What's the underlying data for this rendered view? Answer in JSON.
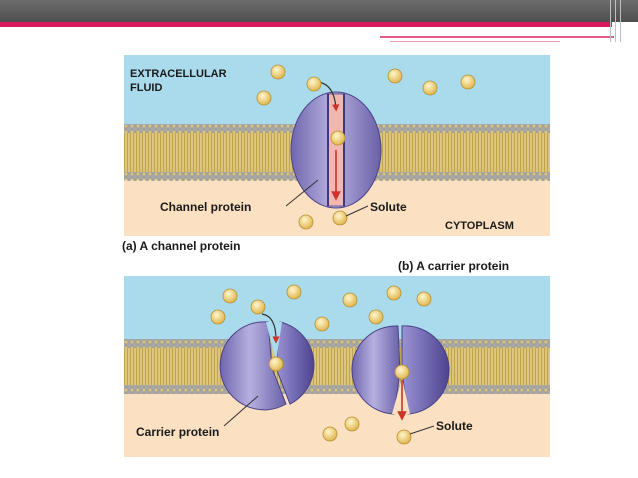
{
  "panel_a": {
    "label_extracellular": "EXTRACELLULAR",
    "label_fluid": "FLUID",
    "label_channel_protein": "Channel protein",
    "label_solute": "Solute",
    "label_cytoplasm": "CYTOPLASM",
    "caption": "(a) A channel protein"
  },
  "panel_b": {
    "caption": "(b) A carrier protein",
    "label_carrier_protein": "Carrier protein",
    "label_solute": "Solute"
  },
  "colors": {
    "header": "#5a5a5a",
    "accent": "#d8195f",
    "extracellular": "#a9dbed",
    "cytoplasm": "#fbe0c2",
    "membrane": "#d9c37a",
    "protein": "#8f86c4",
    "solute": "#f2d27a",
    "arrow": "#d0322a"
  }
}
